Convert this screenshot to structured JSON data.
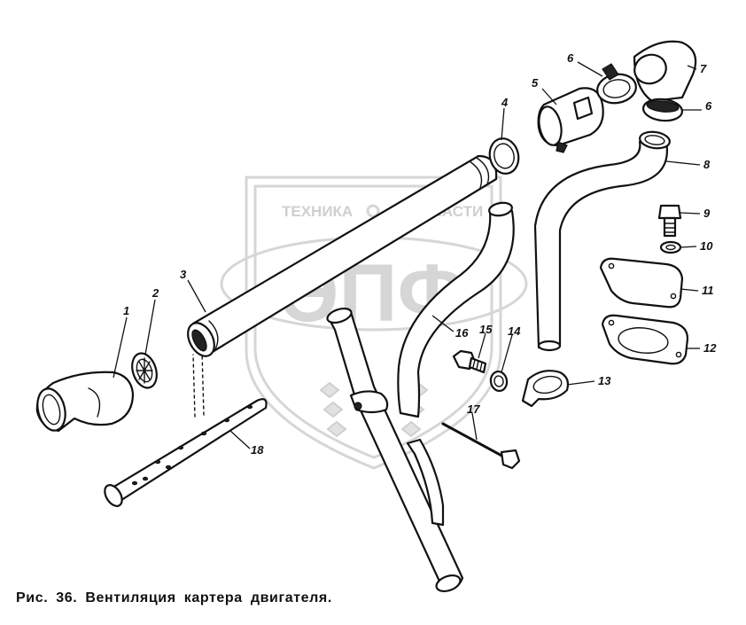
{
  "watermark": {
    "brand_top": "ТЕХНИКА",
    "brand_top_right": "ЗАПЧАСТИ",
    "monogram": "ЭПФ"
  },
  "callouts": [
    {
      "id": "1",
      "label": "1"
    },
    {
      "id": "2",
      "label": "2"
    },
    {
      "id": "3",
      "label": "3"
    },
    {
      "id": "4",
      "label": "4"
    },
    {
      "id": "5",
      "label": "5"
    },
    {
      "id": "6a",
      "label": "6"
    },
    {
      "id": "6b",
      "label": "6"
    },
    {
      "id": "7",
      "label": "7"
    },
    {
      "id": "8",
      "label": "8"
    },
    {
      "id": "9",
      "label": "9"
    },
    {
      "id": "10",
      "label": "10"
    },
    {
      "id": "11",
      "label": "11"
    },
    {
      "id": "12",
      "label": "12"
    },
    {
      "id": "13",
      "label": "13"
    },
    {
      "id": "14",
      "label": "14"
    },
    {
      "id": "15",
      "label": "15"
    },
    {
      "id": "16",
      "label": "16"
    },
    {
      "id": "17",
      "label": "17"
    },
    {
      "id": "18",
      "label": "18"
    }
  ],
  "caption": "Рис. 36. Вентиляция картера двигателя."
}
